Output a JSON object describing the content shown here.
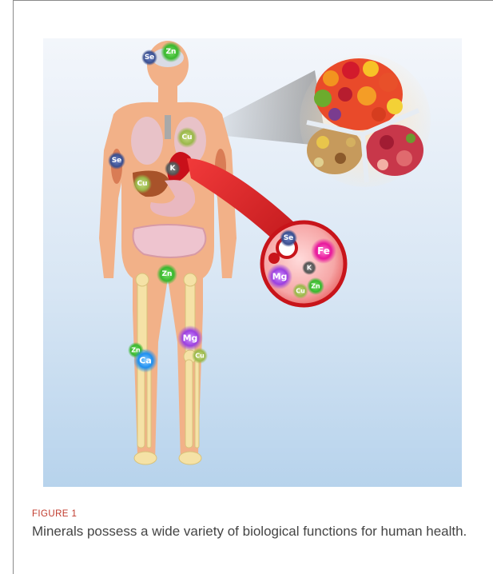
{
  "figure": {
    "label": "FIGURE 1",
    "caption": "Minerals possess a wide variety of biological functions for human health."
  },
  "minerals": {
    "brain_se": "Se",
    "brain_zn": "Zn",
    "arm_se": "Se",
    "lung_cu": "Cu",
    "heart_k": "K",
    "liver_cu": "Cu",
    "hip_zn": "Zn",
    "knee_mg": "Mg",
    "knee_cu": "Cu",
    "thigh_zn": "Zn",
    "thigh_ca": "Ca",
    "vessel_se": "Se",
    "vessel_fe": "Fe",
    "vessel_mg": "Mg",
    "vessel_k": "K",
    "vessel_cu": "Cu",
    "vessel_zn": "Zn"
  },
  "colors": {
    "se": "#3a4f8f",
    "zn": "#39b82e",
    "cu": "#9ab84a",
    "k": "#555555",
    "mg": "#9b3fe0",
    "fe": "#e8179c",
    "ca": "#1e8ff0",
    "skin": "#f2b188",
    "blood": "#d9141a"
  }
}
